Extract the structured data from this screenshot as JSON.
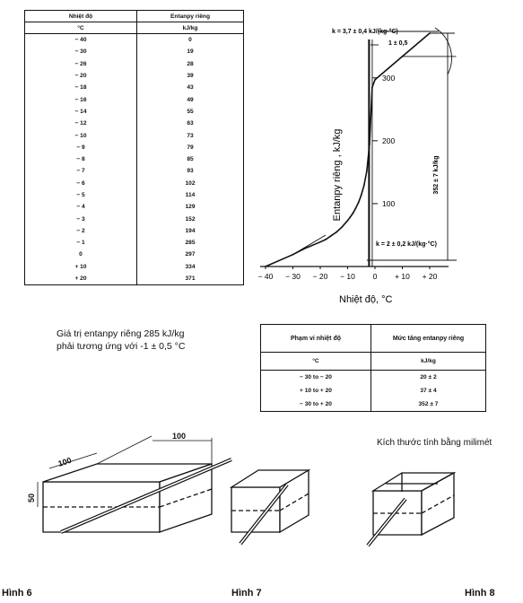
{
  "enthalpy_table": {
    "headers": [
      "Nhiệt độ",
      "Entanpy riêng"
    ],
    "units": [
      "°C",
      "kJ/kg"
    ],
    "rows": [
      [
        "− 40",
        "0"
      ],
      [
        "− 30",
        "19"
      ],
      [
        "− 26",
        "28"
      ],
      [
        "− 20",
        "39"
      ],
      [
        "− 18",
        "43"
      ],
      [
        "− 16",
        "49"
      ],
      [
        "− 14",
        "55"
      ],
      [
        "− 12",
        "63"
      ],
      [
        "− 10",
        "73"
      ],
      [
        "− 9",
        "79"
      ],
      [
        "− 8",
        "85"
      ],
      [
        "− 7",
        "93"
      ],
      [
        "− 6",
        "102"
      ],
      [
        "− 5",
        "114"
      ],
      [
        "− 4",
        "129"
      ],
      [
        "− 3",
        "152"
      ],
      [
        "− 2",
        "194"
      ],
      [
        "− 1",
        "285"
      ],
      [
        "0",
        "297"
      ],
      [
        "+ 10",
        "334"
      ],
      [
        "+ 20",
        "371"
      ]
    ]
  },
  "note": {
    "line1": "Giá trị entanpy riêng 285 kJ/kg",
    "line2": "phải tương ứng với -1 ± 0,5 °C"
  },
  "chart_data": {
    "type": "line",
    "xlabel": "Nhiệt độ, °C",
    "ylabel": "Entanpy riêng , kJ/kg",
    "xlim": [
      -40,
      20
    ],
    "ylim": [
      0,
      371
    ],
    "x_ticks": [
      "− 40",
      "− 30",
      "− 20",
      "− 10",
      "0",
      "+ 10",
      "+ 20"
    ],
    "y_ticks": [
      "100",
      "200",
      "300"
    ],
    "x": [
      -40,
      -30,
      -26,
      -20,
      -18,
      -16,
      -14,
      -12,
      -10,
      -9,
      -8,
      -7,
      -6,
      -5,
      -4,
      -3,
      -2,
      -1,
      0,
      10,
      20
    ],
    "values": [
      0,
      19,
      28,
      39,
      43,
      49,
      55,
      63,
      73,
      79,
      85,
      93,
      102,
      114,
      129,
      152,
      194,
      285,
      297,
      334,
      371
    ],
    "annotations": {
      "slope_top": "k = 3,7 ± 0,4 kJ/(kg·°C)",
      "slope_bottom": "k = 2 ± 0,2 kJ/(kg·°C)",
      "tolerance": "1 ± 0,5",
      "total_rise": "352 ± 7 kJ/kg"
    }
  },
  "range_table": {
    "headers": [
      "Phạm vi nhiệt độ",
      "Mức tăng entanpy riêng"
    ],
    "units": [
      "°C",
      "kJ/kg"
    ],
    "rows": [
      [
        "− 30 to − 20",
        "20 ± 2"
      ],
      [
        "+ 10 to + 20",
        "37 ± 4"
      ],
      [
        "− 30 to + 20",
        "352 ± 7"
      ]
    ]
  },
  "figures": {
    "dimension_note": "Kích thước tính bằng milimét",
    "dim_length": "100",
    "dim_width": "100",
    "dim_height": "50",
    "captions": [
      "Hình 6",
      "Hình 7",
      "Hình 8"
    ]
  }
}
